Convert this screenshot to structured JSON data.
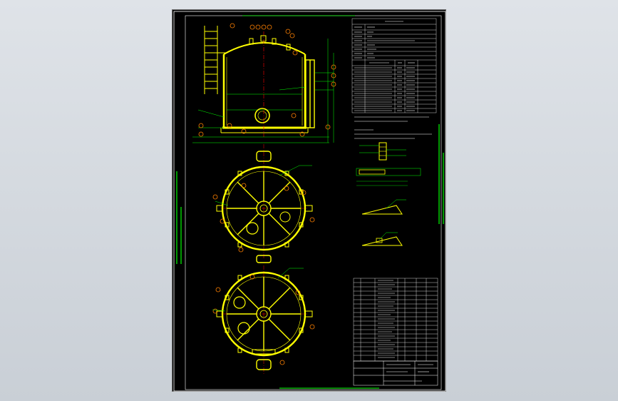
{
  "drawing": {
    "top_note": "",
    "bottom_note": "",
    "left_note": "",
    "right_note": "",
    "title_block": {
      "name": "",
      "drawing_no": ""
    }
  },
  "colors": {
    "background": "#000000",
    "frame": "#ffffff",
    "vessel": "#ffff00",
    "dimension": "#00ff00",
    "centerline": "#ff0000",
    "callout": "#ff8000",
    "text": "#00ffff",
    "table_text": "#ffffff"
  },
  "callouts": {
    "elevation": [
      "1",
      "2",
      "3",
      "4",
      "5",
      "6",
      "7",
      "8",
      "9",
      "10",
      "11",
      "12",
      "13",
      "14",
      "15",
      "16",
      "17",
      "18",
      "19",
      "20",
      "21",
      "22",
      "23"
    ]
  }
}
